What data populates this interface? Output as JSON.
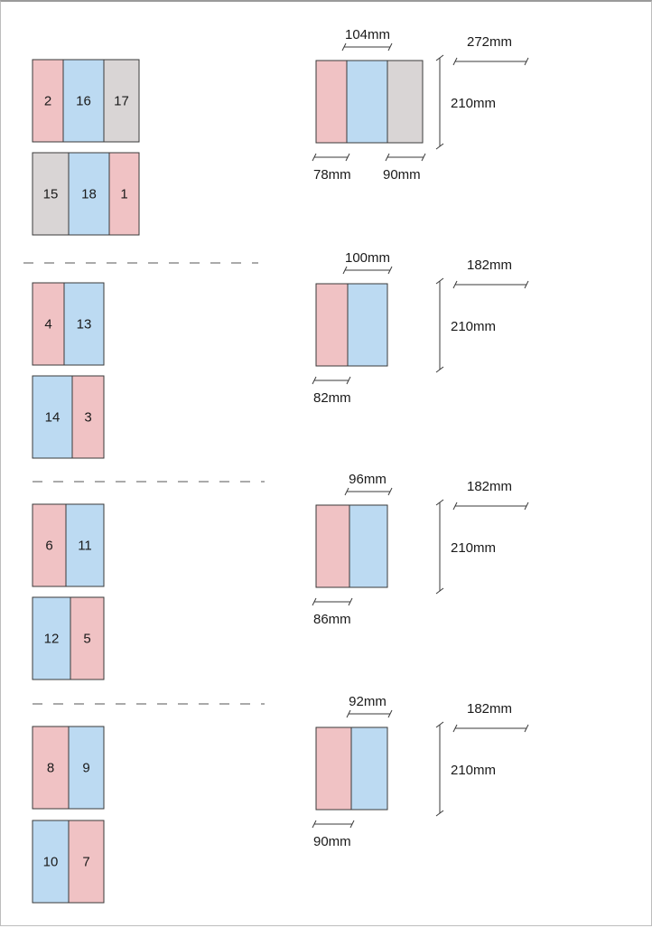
{
  "colors": {
    "pink": "#f0c2c4",
    "blue": "#bcdaf2",
    "gray": "#d9d5d5",
    "outline": "#3a3a3a",
    "dim_line": "#3a3a3a",
    "dash": "#555555"
  },
  "sections": [
    {
      "layouts": [
        {
          "panels": [
            {
              "label": "2",
              "color": "pink"
            },
            {
              "label": "16",
              "color": "blue"
            },
            {
              "label": "17",
              "color": "gray"
            }
          ]
        },
        {
          "panels": [
            {
              "label": "15",
              "color": "gray"
            },
            {
              "label": "18",
              "color": "blue"
            },
            {
              "label": "1",
              "color": "pink"
            }
          ]
        }
      ],
      "spec": {
        "panel_colors": [
          "pink",
          "blue",
          "gray"
        ],
        "top_dimension": "104mm",
        "total_width": "272mm",
        "height": "210mm",
        "left_dimension": "78mm",
        "right_dimension": "90mm"
      }
    },
    {
      "layouts": [
        {
          "panels": [
            {
              "label": "4",
              "color": "pink"
            },
            {
              "label": "13",
              "color": "blue"
            }
          ]
        },
        {
          "panels": [
            {
              "label": "14",
              "color": "blue"
            },
            {
              "label": "3",
              "color": "pink"
            }
          ]
        }
      ],
      "spec": {
        "panel_colors": [
          "pink",
          "blue"
        ],
        "top_dimension": "100mm",
        "total_width": "182mm",
        "height": "210mm",
        "left_dimension": "82mm"
      }
    },
    {
      "layouts": [
        {
          "panels": [
            {
              "label": "6",
              "color": "pink"
            },
            {
              "label": "11",
              "color": "blue"
            }
          ]
        },
        {
          "panels": [
            {
              "label": "12",
              "color": "blue"
            },
            {
              "label": "5",
              "color": "pink"
            }
          ]
        }
      ],
      "spec": {
        "panel_colors": [
          "pink",
          "blue"
        ],
        "top_dimension": "96mm",
        "total_width": "182mm",
        "height": "210mm",
        "left_dimension": "86mm"
      }
    },
    {
      "layouts": [
        {
          "panels": [
            {
              "label": "8",
              "color": "pink"
            },
            {
              "label": "9",
              "color": "blue"
            }
          ]
        },
        {
          "panels": [
            {
              "label": "10",
              "color": "blue"
            },
            {
              "label": "7",
              "color": "pink"
            }
          ]
        }
      ],
      "spec": {
        "panel_colors": [
          "pink",
          "blue"
        ],
        "top_dimension": "92mm",
        "total_width": "182mm",
        "height": "210mm",
        "left_dimension": "90mm"
      }
    }
  ]
}
